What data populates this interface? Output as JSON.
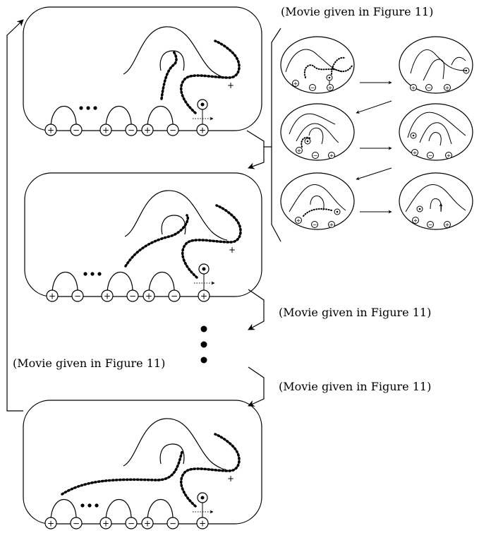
{
  "labels": {
    "top_right": "(Movie given in Figure 11)",
    "middle_right": "(Movie given in Figure 11)",
    "middle_left": "(Movie given in Figure 11)",
    "lower_right": "(Movie given in Figure 11)"
  },
  "signs": {
    "plus": "+",
    "minus": "−"
  },
  "panel_signs": [
    "+",
    "−",
    "+",
    "−",
    "+",
    "−",
    "+"
  ]
}
